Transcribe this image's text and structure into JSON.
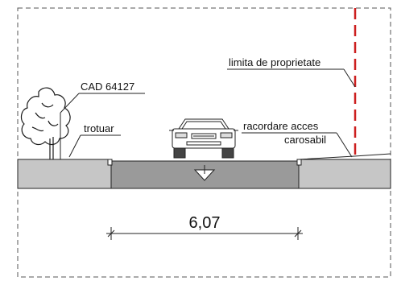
{
  "labels": {
    "cad": "CAD 64127",
    "sidewalk": "trotuar",
    "property_limit": "limita de proprietate",
    "access_line1": "racordare acces",
    "access_line2": "carosabil",
    "width": "6,07"
  },
  "colors": {
    "road": "#9a9a9a",
    "sidewalk": "#c6c6c6",
    "property_line": "#cc1f1f",
    "frame": "#555555",
    "tree": "#1a1a1a"
  },
  "icons": [
    "tree-icon",
    "car-icon",
    "water-level-triangle-icon"
  ]
}
